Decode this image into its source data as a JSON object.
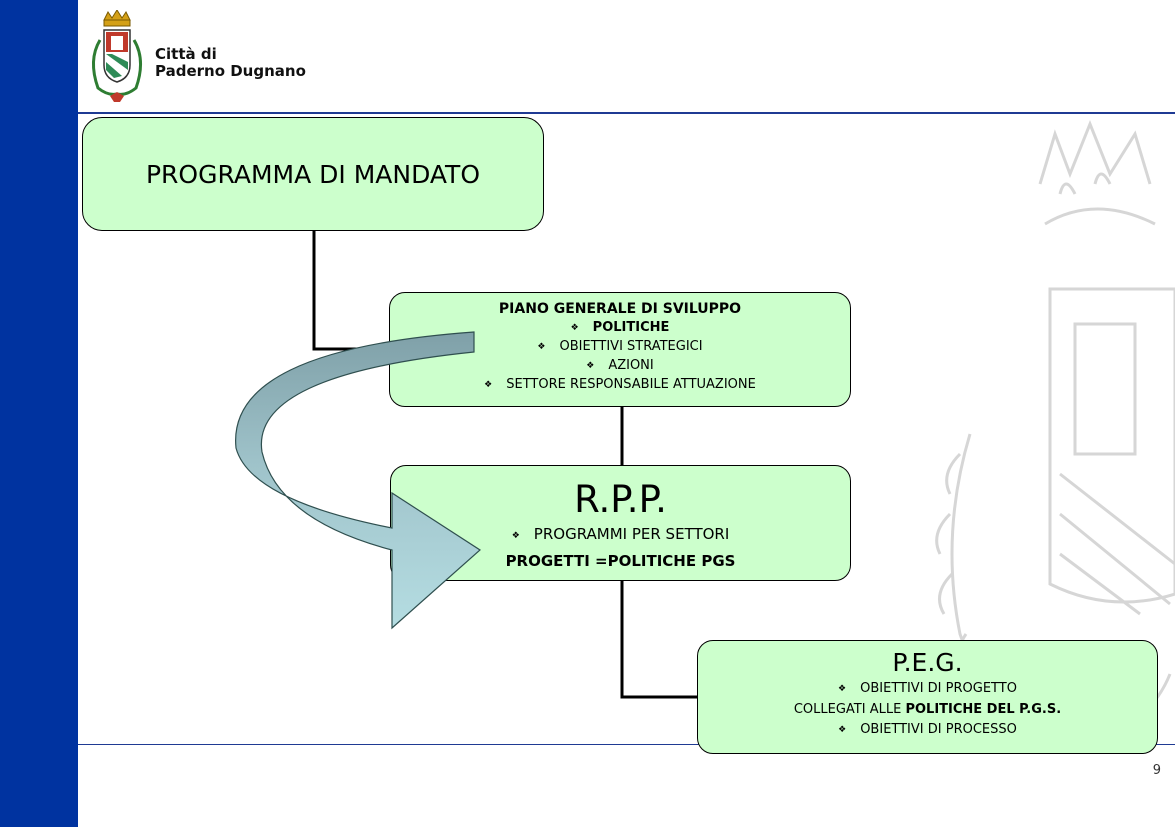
{
  "header": {
    "city_line1": "Città di",
    "city_line2": "Paderno Dugnano"
  },
  "diagram": {
    "box1": {
      "title": "PROGRAMMA DI MANDATO"
    },
    "box2": {
      "title": "PIANO GENERALE DI SVILUPPO",
      "items": [
        "POLITICHE",
        "OBIETTIVI STRATEGICI",
        "AZIONI",
        "SETTORE RESPONSABILE ATTUAZIONE"
      ]
    },
    "box3": {
      "title": "R.P.P.",
      "item": "PROGRAMMI PER SETTORI",
      "subtext": "PROGETTI =POLITICHE PGS"
    },
    "box4": {
      "title": "P.E.G.",
      "item1": "OBIETTIVI DI PROGETTO",
      "line_prefix": "COLLEGATI ALLE ",
      "line_bold": "POLITICHE DEL P.G.S.",
      "item2": "OBIETTIVI DI PROCESSO"
    }
  },
  "footer": {
    "page_number": "9"
  },
  "colors": {
    "sidebar": "#0033a0",
    "box_fill": "#ccffcc",
    "arrow": "#a8d0d6"
  }
}
